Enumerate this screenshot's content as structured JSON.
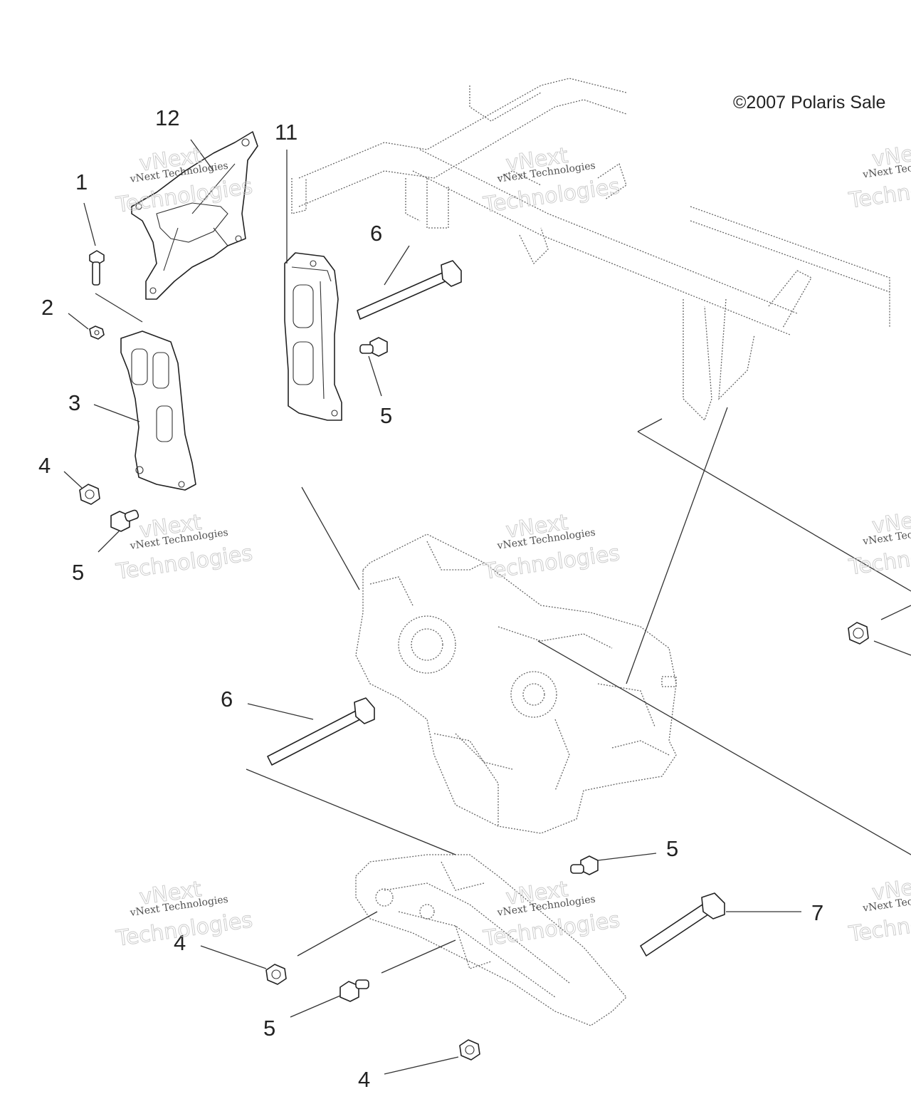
{
  "copyright": "©2007 Polaris Sale",
  "watermark": {
    "line1": "vNext Technologies",
    "line2": "vNext",
    "line3": "Technologies"
  },
  "callouts": {
    "c12": "12",
    "c11": "11",
    "c1": "1",
    "c2": "2",
    "c3": "3",
    "c4a": "4",
    "c5a": "5",
    "c6a": "6",
    "c5b": "5",
    "c6b": "6",
    "c5c": "5",
    "c7": "7",
    "c4b": "4",
    "c5d": "5",
    "c4c": "4"
  }
}
